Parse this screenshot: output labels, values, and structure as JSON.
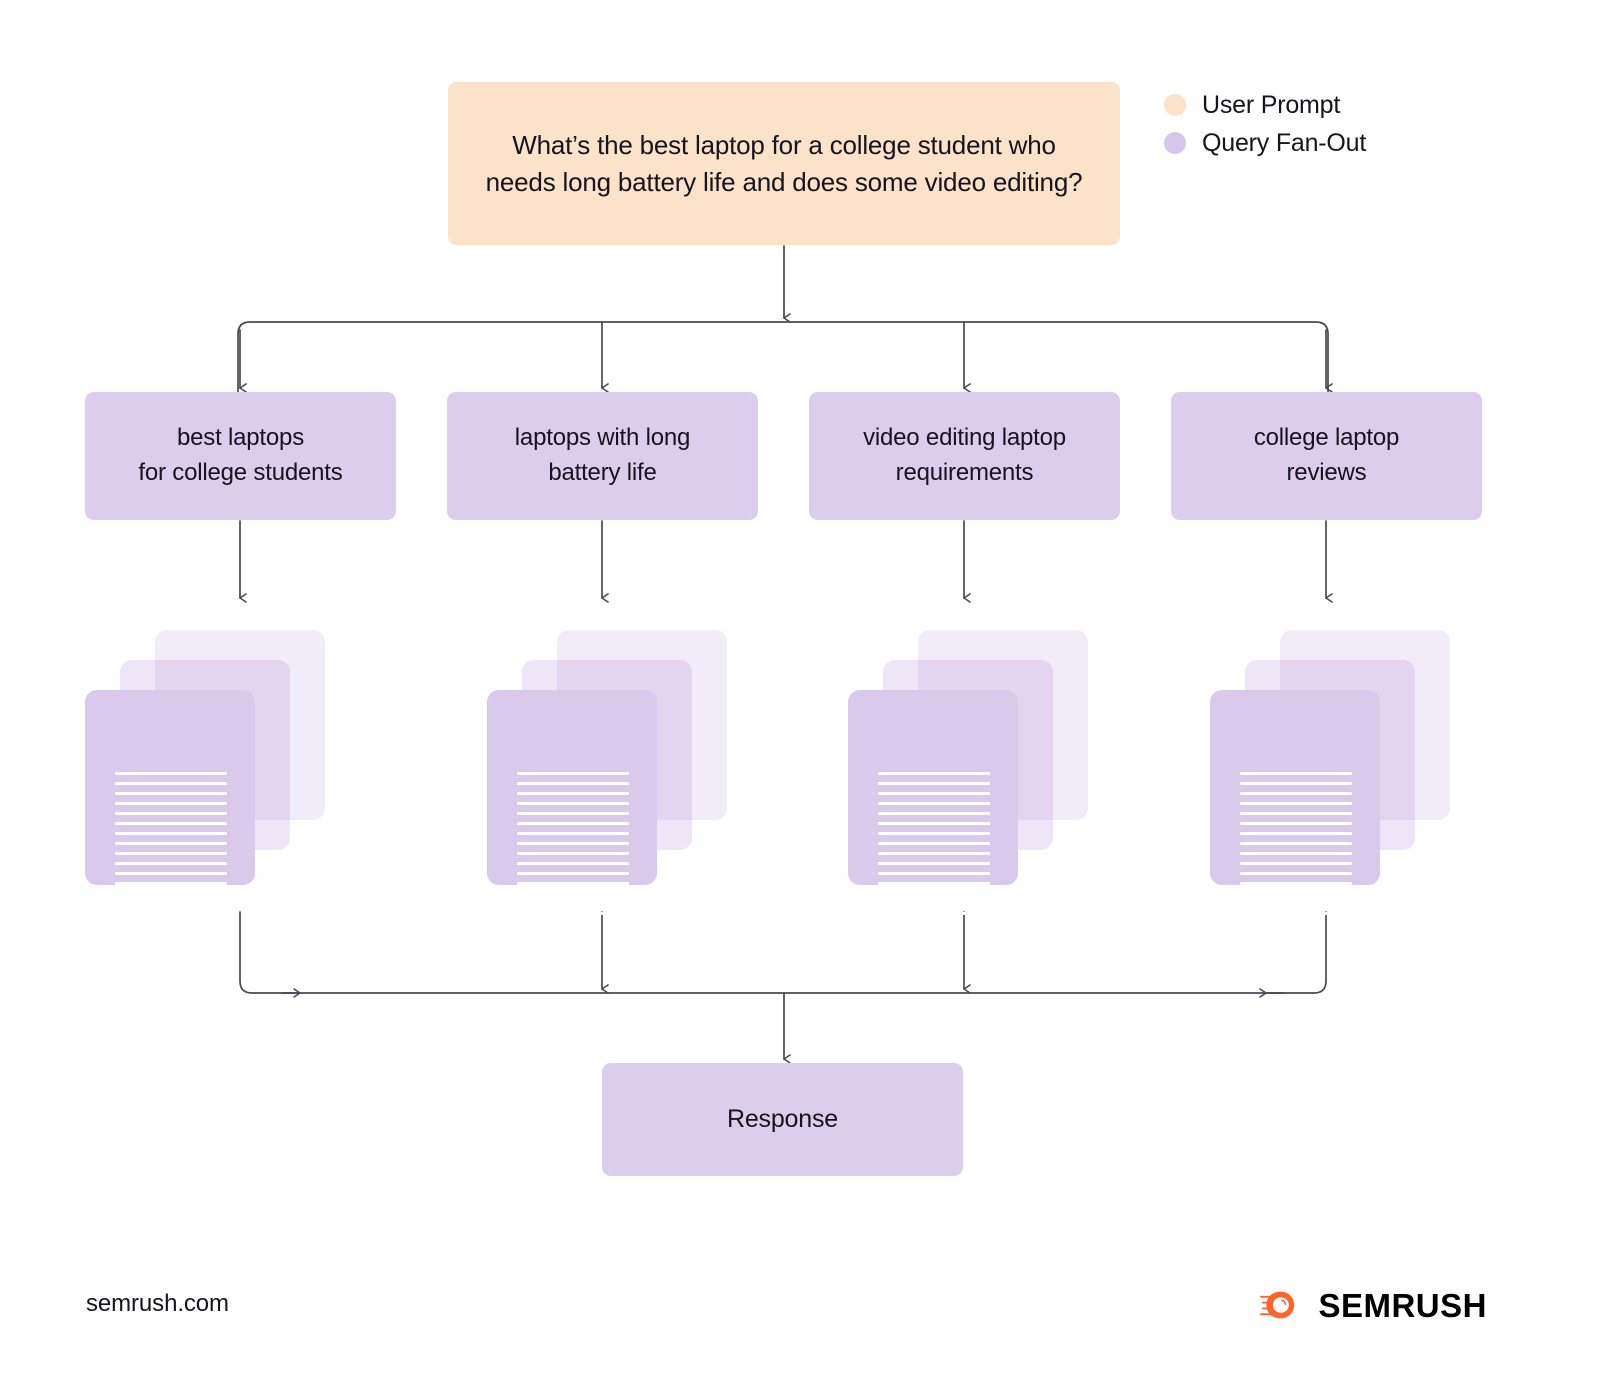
{
  "legend": {
    "items": [
      {
        "label": "User Prompt",
        "color": "#FBE2C8",
        "icon": "circle-dot-icon"
      },
      {
        "label": "Query Fan-Out",
        "color": "#D6C6EA",
        "icon": "circle-dot-icon"
      }
    ]
  },
  "prompt": {
    "text": "What’s the best laptop for a college student who needs long battery life and does some video editing?",
    "color": "#FBE2C8"
  },
  "queries": [
    {
      "label": "best laptops\nfor college students"
    },
    {
      "label": "laptops with long\nbattery life"
    },
    {
      "label": "video editing laptop\nrequirements"
    },
    {
      "label": "college laptop\nreviews"
    }
  ],
  "documents": {
    "stack_count": 4,
    "cards_per_stack": 3,
    "text_line_count": 16,
    "color": "#D9C9EA"
  },
  "response": {
    "label": "Response",
    "color": "#DCCDEC"
  },
  "footer": {
    "url": "semrush.com",
    "brand": "SEMRUSH",
    "brand_color": "#FF642D"
  },
  "colors": {
    "background": "#FFFFFF",
    "prompt_fill": "#FBE2C8",
    "query_fill": "#DCCDEC",
    "connector": "#4A4A57",
    "doc_front": "#D9C9EA"
  }
}
